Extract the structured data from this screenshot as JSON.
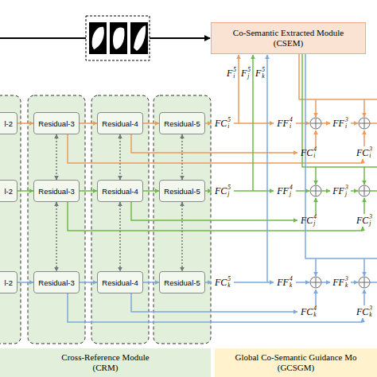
{
  "diagram": {
    "nodes": [
      {
        "text": [
          "Co-Semantic Extracted Module",
          "(CSEM)"
        ]
      },
      {
        "text": [
          "l-2"
        ]
      },
      {
        "text": [
          "Residual-3"
        ]
      },
      {
        "text": [
          "Residual-4"
        ]
      },
      {
        "text": [
          "Residual-5"
        ]
      },
      {
        "text": [
          "l-2"
        ]
      },
      {
        "text": [
          "Residual-3"
        ]
      },
      {
        "text": [
          "Residual-4"
        ]
      },
      {
        "text": [
          "Residual-5"
        ]
      },
      {
        "text": [
          "l-2"
        ]
      },
      {
        "text": [
          "Residual-3"
        ]
      },
      {
        "text": [
          "Residual-4"
        ]
      },
      {
        "text": [
          "Residual-5"
        ]
      },
      {
        "text": [
          "Cross-Reference Module",
          "(CRM)"
        ]
      },
      {
        "text": [
          "Global Co-Semantic Guidance Mo",
          "(GCSGM)"
        ]
      }
    ],
    "edges": [
      {
        "from": 1,
        "to": 2,
        "arrow": "to"
      },
      {
        "from": 2,
        "to": 3,
        "arrow": "to"
      },
      {
        "from": 3,
        "to": 4,
        "arrow": "to"
      },
      {
        "from": 5,
        "to": 6,
        "arrow": "to"
      },
      {
        "from": 6,
        "to": 7,
        "arrow": "to"
      },
      {
        "from": 7,
        "to": 8,
        "arrow": "to"
      },
      {
        "from": 9,
        "to": 10,
        "arrow": "to"
      },
      {
        "from": 10,
        "to": 11,
        "arrow": "to"
      },
      {
        "from": 11,
        "to": 12,
        "arrow": "to"
      },
      {
        "from": 2,
        "to": 6,
        "arrow": "both"
      },
      {
        "from": 6,
        "to": 10,
        "arrow": "both"
      },
      {
        "from": 3,
        "to": 7,
        "arrow": "both"
      },
      {
        "from": 7,
        "to": 11,
        "arrow": "both"
      },
      {
        "from": 4,
        "to": 8,
        "arrow": "both"
      },
      {
        "from": 8,
        "to": 12,
        "arrow": "both"
      }
    ],
    "labels": [
      "Fi5",
      "Fj5",
      "Fk5",
      "FCi5",
      "FFi4",
      "FFi3",
      "FCi4",
      "FCi3",
      "FCj5",
      "FFj4",
      "FFj3",
      "FCj4",
      "FCj3",
      "FCk5",
      "FFk4",
      "FFk3",
      "FCk4",
      "FCk3"
    ]
  }
}
